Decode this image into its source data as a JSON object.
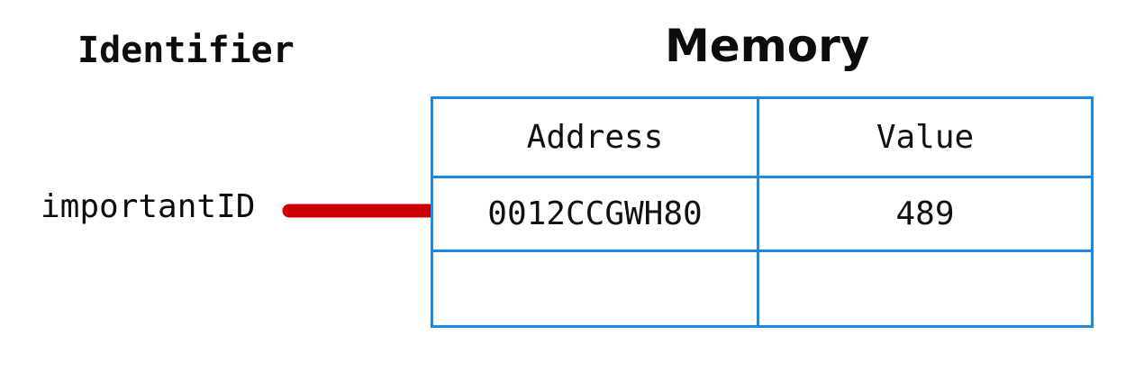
{
  "diagram": {
    "left_heading": "Identifier",
    "right_heading": "Memory",
    "identifier_name": "importantID",
    "arrow": {
      "icon": "right-arrow-icon",
      "color": "#cc0000",
      "from": "importantID",
      "to": "0012CCGWH80"
    },
    "colors": {
      "table_border": "#1e88e5",
      "arrow": "#cc0000",
      "text": "#0d0d0d",
      "background": "#ffffff"
    }
  },
  "memory_table": {
    "columns": [
      "Address",
      "Value"
    ],
    "rows": [
      {
        "address": "0012CCGWH80",
        "value": "489"
      },
      {
        "address": "",
        "value": ""
      }
    ]
  }
}
